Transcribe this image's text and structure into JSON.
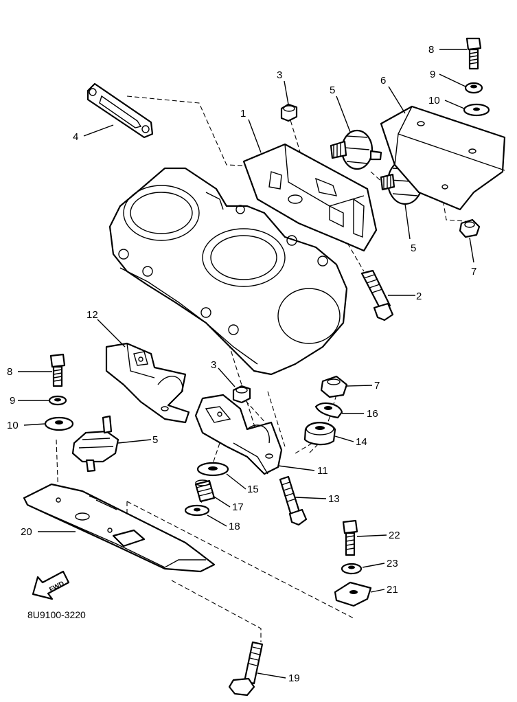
{
  "diagram": {
    "drawing_code": "8U9100-3220",
    "forward_arrow_text": "FWD",
    "callouts": [
      "1",
      "2",
      "3",
      "3",
      "4",
      "5",
      "5",
      "5",
      "6",
      "7",
      "7",
      "8",
      "8",
      "9",
      "9",
      "10",
      "10",
      "11",
      "12",
      "13",
      "14",
      "15",
      "16",
      "17",
      "18",
      "19",
      "20",
      "21",
      "22",
      "23"
    ]
  }
}
